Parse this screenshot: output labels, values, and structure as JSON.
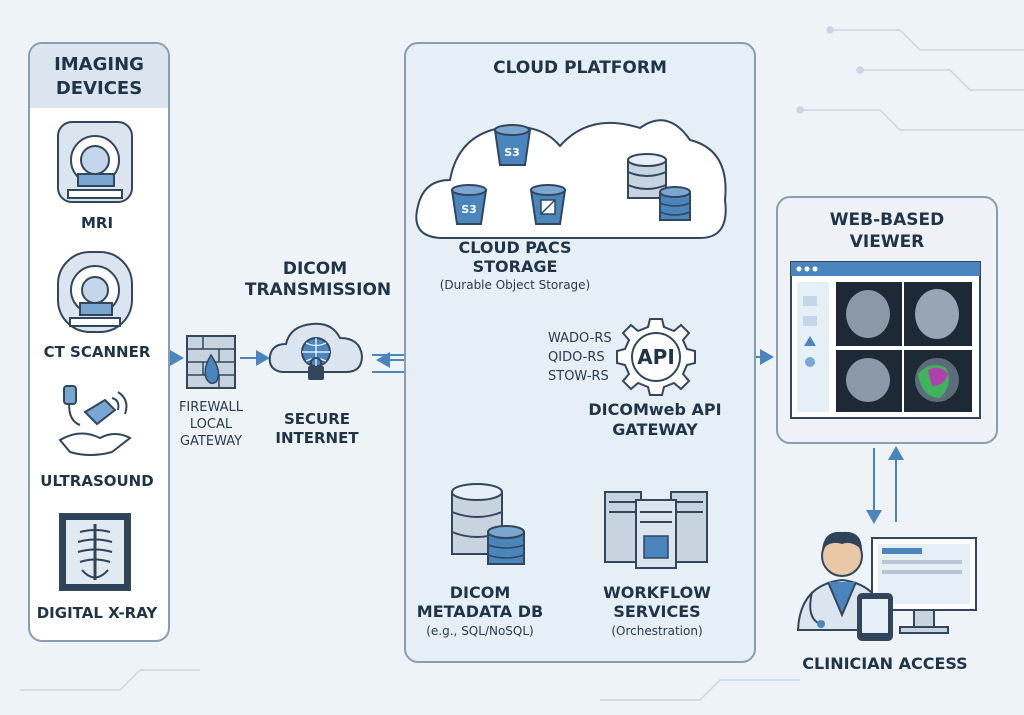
{
  "colors": {
    "accent": "#4a86bd",
    "stroke": "#33465c",
    "panel_border": "#8a9cb0",
    "background": "#eef3f8"
  },
  "imaging_devices": {
    "title_line1": "IMAGING",
    "title_line2": "DEVICES",
    "devices": [
      {
        "label": "MRI",
        "icon": "mri-scanner-icon"
      },
      {
        "label": "CT SCANNER",
        "icon": "ct-scanner-icon"
      },
      {
        "label": "ULTRASOUND",
        "icon": "ultrasound-probe-icon"
      },
      {
        "label": "DIGITAL X-RAY",
        "icon": "xray-film-icon"
      }
    ]
  },
  "firewall": {
    "line1": "FIREWALL",
    "line2": "LOCAL",
    "line3": "GATEWAY",
    "icon": "firewall-icon"
  },
  "transmission": {
    "title_line1": "DICOM",
    "title_line2": "TRANSMISSION",
    "label_line1": "SECURE",
    "label_line2": "INTERNET",
    "icon": "secure-cloud-globe-icon"
  },
  "cloud_platform": {
    "title": "CLOUD PLATFORM",
    "storage": {
      "line1": "CLOUD PACS",
      "line2": "STORAGE",
      "sub": "(Durable Object Storage)",
      "bucket_label": "S3"
    },
    "api": {
      "badge": "API",
      "line1": "DICOMweb API",
      "line2": "GATEWAY",
      "endpoints": [
        "WADO-RS",
        "QIDO-RS",
        "STOW-RS"
      ]
    },
    "metadata_db": {
      "line1": "DICOM",
      "line2": "METADATA DB",
      "sub": "(e.g., SQL/NoSQL)"
    },
    "workflow": {
      "line1": "WORKFLOW",
      "line2": "SERVICES",
      "sub": "(Orchestration)"
    }
  },
  "viewer": {
    "title_line1": "WEB-BASED",
    "title_line2": "VIEWER"
  },
  "clinician": {
    "label": "CLINICIAN ACCESS"
  }
}
